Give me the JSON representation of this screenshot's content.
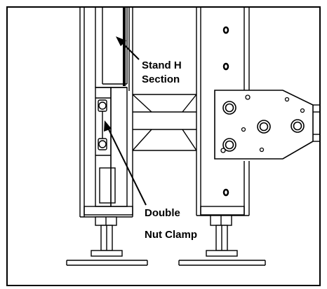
{
  "diagram": {
    "labels": {
      "stand_h_section": [
        "Stand H",
        "Section"
      ],
      "double_nut_clamp": [
        "Double",
        "Nut Clamp"
      ]
    },
    "colors": {
      "line": "#000000",
      "background": "#ffffff",
      "shade": "#e6e6e6"
    }
  }
}
